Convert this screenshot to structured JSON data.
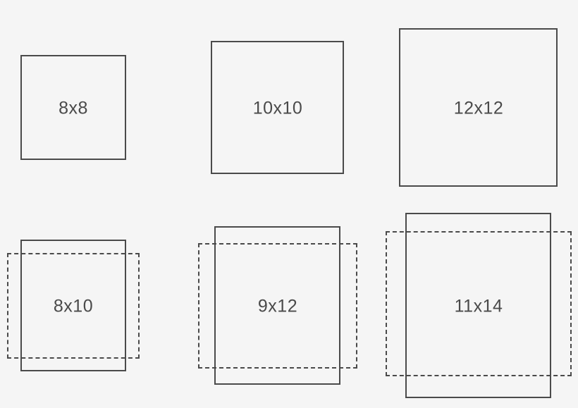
{
  "sizes": {
    "square_8x8": "8x8",
    "square_10x10": "10x10",
    "square_12x12": "12x12",
    "rect_8x10": "8x10",
    "rect_9x12": "9x12",
    "rect_11x14": "11x14"
  },
  "colors": {
    "outline": "#4a4a4a",
    "background": "#f5f5f5"
  }
}
